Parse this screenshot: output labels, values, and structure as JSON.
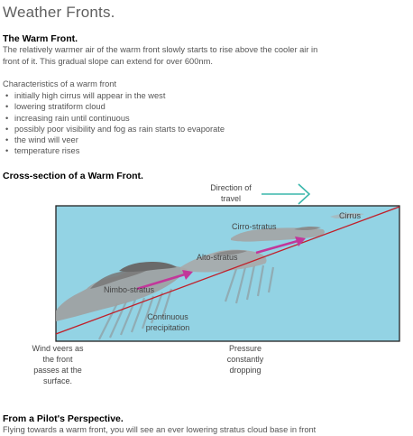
{
  "page": {
    "title": "Weather Fronts.",
    "warm_front": {
      "heading": "The Warm Front.",
      "paragraph_line1": "The relatively warmer air of the warm front slowly starts to rise above the cooler air in",
      "paragraph_line2": "front of it. This gradual slope can extend for over 600nm."
    },
    "characteristics": {
      "intro": "Characteristics of a warm front",
      "items": [
        "initially high cirrus will appear in the west",
        "lowering stratiform cloud",
        "increasing rain until continuous",
        "possibly poor visibility and fog as rain starts to evaporate",
        "the wind will veer",
        "temperature rises"
      ]
    },
    "cross_section": {
      "heading": "Cross-section of a Warm Front.",
      "direction_line1": "Direction of",
      "direction_line2": "travel",
      "cirrus": "Cirrus",
      "cirro_stratus": "Cirro-stratus",
      "alto_stratus": "Alto-stratus",
      "nimbo_stratus": "Nimbo-stratus",
      "continuous_line1": "Continuous",
      "continuous_line2": "precipitation",
      "wind_line1": "Wind veers as",
      "wind_line2": "the front",
      "wind_line3": "passes at the",
      "wind_line4": "surface.",
      "pressure_line1": "Pressure",
      "pressure_line2": "constantly",
      "pressure_line3": "dropping"
    },
    "pilot": {
      "heading": "From a Pilot's Perspective.",
      "paragraph": "Flying towards a warm front, you will see an ever lowering stratus cloud base in front"
    }
  },
  "colors": {
    "sky": "#93d3e4",
    "front_line": "#c0202a",
    "arrow_magenta": "#c2379a",
    "teal_arrow": "#3ab7ac",
    "cloud_grey": "#9b9b9b",
    "cloud_dark": "#6e6e6e"
  }
}
